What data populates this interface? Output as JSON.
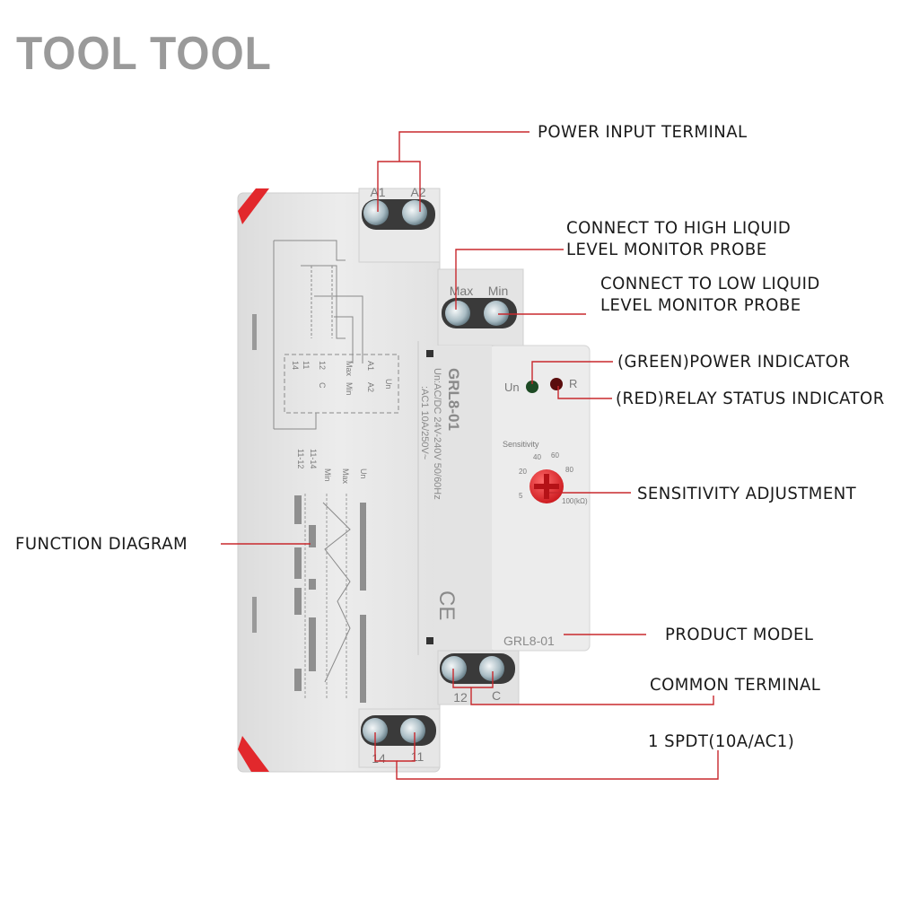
{
  "brand": "TOOL TOOL",
  "colors": {
    "leader": "#c8282d",
    "housing": "#e6e6e6",
    "housing_shade": "#d2d2d2",
    "accent_red": "#e2282c",
    "power_led": "#1d4a24",
    "relay_led": "#5a0d0d",
    "print_grey": "#8a8a8a"
  },
  "callouts": {
    "power_input": "POWER INPUT TERMINAL",
    "high_probe_1": "CONNECT TO HIGH LIQUID",
    "high_probe_2": "LEVEL MONITOR PROBE",
    "low_probe_1": "CONNECT TO LOW LIQUID",
    "low_probe_2": "LEVEL MONITOR PROBE",
    "power_indicator": "(GREEN)POWER INDICATOR",
    "relay_indicator": "(RED)RELAY STATUS INDICATOR",
    "sensitivity": "SENSITIVITY ADJUSTMENT",
    "function_diagram": "FUNCTION DIAGRAM",
    "product_model": "PRODUCT MODEL",
    "common_terminal": "COMMON TERMINAL",
    "spdt": "1 SPDT(10A/AC1)"
  },
  "device": {
    "model": "GRL8-01",
    "front_model": "GRL8-01",
    "rating_1": "Un:AC/DC 24V-240V 50/60Hz",
    "rating_2": ":AC1 10A/250V~",
    "ce_mark": "CE",
    "led_power_label": "Un",
    "led_relay_label": "R",
    "sensitivity_label": "Sensitivity",
    "dial_ticks": [
      "5",
      "20",
      "40",
      "60",
      "80",
      "100(kΩ)"
    ],
    "terminals": {
      "a1": "A1",
      "a2": "A2",
      "max": "Max",
      "min": "Min",
      "t12": "12",
      "tc": "C",
      "t14": "14",
      "t11": "11"
    },
    "schematic": {
      "boxes": [
        "14",
        "11",
        "12",
        "C",
        "Max",
        "Min",
        "A1",
        "A2"
      ],
      "un": "Un"
    },
    "function_rows": [
      "Un",
      "Max",
      "Min",
      "11-14",
      "11-12"
    ]
  }
}
